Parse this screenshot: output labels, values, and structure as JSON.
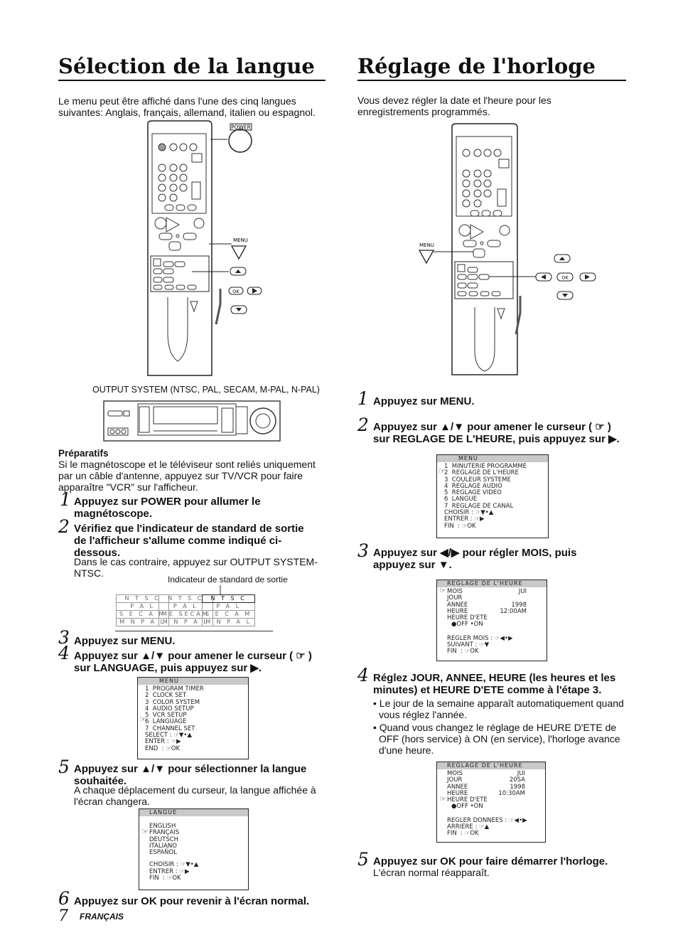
{
  "left": {
    "title": "Sélection de la langue",
    "intro": [
      "Le menu peut être affiché dans l'une des cinq langues",
      "suivantes: Anglais, français, allemand, italien ou espagnol."
    ],
    "remote_power_label": "POWER",
    "remote_menu_label": "MENU",
    "remote_ok_label": "OK",
    "output_system_caption": "OUTPUT SYSTEM (NTSC, PAL, SECAM, M-PAL, N-PAL)",
    "preparatifs_title": "Préparatifs",
    "preparatifs_text": [
      "Si le magnétoscope et le téléviseur sont reliés uniquement",
      "par un câble d'antenne, appuyez sur TV/VCR pour faire",
      "apparaître \"VCR\" sur l'afficheur."
    ],
    "step1_num": "1",
    "step1": [
      "Appuyez sur POWER pour allumer le",
      "magnétoscope."
    ],
    "step2_num": "2",
    "step2": [
      "Vérifiez que l'indicateur de standard de sortie",
      "de l'afficheur s'allume comme indiqué ci-",
      "dessous."
    ],
    "step2_text": [
      "Dans le cas contraire, appuyez sur OUTPUT SYSTEM-",
      "NTSC."
    ],
    "indicator_label": "Indicateur de standard de sortie",
    "indicator_tables": [
      [
        "N T S C",
        "P A L",
        "S E C A M",
        "M N P A L"
      ],
      [
        "N T S C",
        "P A L",
        "ME SECAM",
        "M N P A L"
      ],
      [
        "N T S C",
        "P A L",
        "S E C A M",
        "M N P A L"
      ]
    ],
    "step3_num": "3",
    "step3": "Appuyez sur MENU.",
    "step4_num": "4",
    "step4": [
      "Appuyez sur ▲/▼ pour amener le curseur ( ☞ )",
      "sur LANGUAGE, puis appuyez sur ▶."
    ],
    "menu_screen": {
      "header": "MENU",
      "lines": [
        "1  PROGRAM TIMER",
        "2  CLOCK SET",
        "3  COLOR SYSTEM",
        "4  AUDIO SETUP",
        "5  VCR SETUP",
        "6  LANGUAGE",
        "7  CHANNEL SET",
        "SELECT : ☞▼•▲",
        "ENTER : ☞▶",
        "END  : ☞OK"
      ]
    },
    "step5_num": "5",
    "step5": [
      "Appuyez sur ▲/▼ pour sélectionner la langue",
      "souhaitée."
    ],
    "step5_text": [
      "A chaque déplacement du curseur, la langue affichée à",
      "l'écran changera."
    ],
    "langue_screen": {
      "header": "LANGUE",
      "lines": [
        "ENGLISH",
        "FRANÇAIS",
        "DEUTSCH",
        "ITALIANO",
        "ESPAÑOL",
        "",
        "CHOISIR : ☞▼•▲",
        "ENTRER : ☞▶",
        "FIN  : ☞OK"
      ]
    },
    "step6_num": "6",
    "step6": "Appuyez sur OK pour revenir à l'écran normal.",
    "page_number": "7",
    "page_language": "FRANÇAIS"
  },
  "right": {
    "title": "Réglage de l'horloge",
    "intro": [
      "Vous devez régler la date et l'heure pour les",
      "enregistrements programmés."
    ],
    "remote_menu_label": "MENU",
    "remote_ok_label": "OK",
    "step1_num": "1",
    "step1": "Appuyez sur MENU.",
    "step2_num": "2",
    "step2": [
      "Appuyez sur ▲/▼ pour amener le curseur ( ☞ )",
      "sur REGLAGE DE L'HEURE, puis appuyez sur ▶."
    ],
    "menu_screen": {
      "header": "MENU",
      "lines": [
        "1  MINUTERIE PROGRAMME",
        "2  REGLAGE DE L'HEURE",
        "3  COULEUR SYSTEME",
        "4  REGLAGE AUDIO",
        "5  REGLAGE VIDEO",
        "6  LANGUE",
        "7  REGLAGE DE CANAL",
        "CHOISIR : ☞▼•▲",
        "ENTRER : ☞▶",
        "FIN  : ☞OK"
      ]
    },
    "step3_num": "3",
    "step3": [
      "Appuyez sur ◀/▶ pour régler MOIS, puis",
      "appuyez sur ▼."
    ],
    "clock_screen1": {
      "header": "REGLAGE DE L'HEURE",
      "rows": [
        [
          "MOIS",
          "JUI"
        ],
        [
          "JOUR",
          ""
        ],
        [
          "ANNEE",
          "1998"
        ],
        [
          "HEURE",
          "12:00AM"
        ],
        [
          "HEURE D'ETE",
          ""
        ],
        [
          "●OFF  •ON",
          ""
        ]
      ],
      "footer": [
        "REGLER MOIS : ☞◀•▶",
        "SUIVANT : ☞▼",
        "FIN  : ☞OK"
      ]
    },
    "step4_num": "4",
    "step4": [
      "Réglez JOUR, ANNEE, HEURE (les heures et les",
      "minutes) et HEURE D'ETE comme à l'étape 3."
    ],
    "step4_bullets": [
      [
        "• Le jour de la semaine apparaît automatiquement quand",
        "vous réglez l'année."
      ],
      [
        "• Quand vous changez le réglage de HEURE D'ETE de",
        "OFF (hors service) à ON (en service), l'horloge avance",
        "d'une heure."
      ]
    ],
    "clock_screen2": {
      "header": "REGLAGE DE L'HEURE",
      "rows": [
        [
          "MOIS",
          "JUI"
        ],
        [
          "JOUR",
          "20SA"
        ],
        [
          "ANNEE",
          "1998"
        ],
        [
          "HEURE",
          "10:30AM"
        ],
        [
          "HEURE D'ETE",
          ""
        ],
        [
          "●OFF  •ON",
          ""
        ]
      ],
      "footer": [
        "REGLER DONNEES : ☞◀•▶",
        "ARRIERE : ☞▲",
        "FIN  : ☞OK"
      ]
    },
    "step5_num": "5",
    "step5": "Appuyez sur OK pour faire démarrer l'horloge.",
    "step5_text": "L'écran normal réapparaît."
  }
}
